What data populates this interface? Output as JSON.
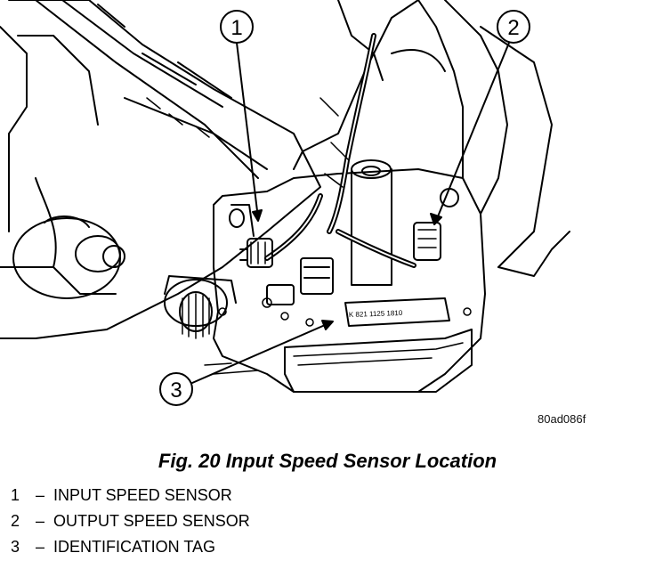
{
  "figure": {
    "callouts": [
      {
        "number": "1"
      },
      {
        "number": "2"
      },
      {
        "number": "3"
      }
    ],
    "tag_text": "K 821 1125 1810",
    "code": "80ad086f"
  },
  "caption": "Fig. 20 Input Speed Sensor Location",
  "legend": [
    {
      "number": "1",
      "dash": "–",
      "text": "INPUT SPEED SENSOR"
    },
    {
      "number": "2",
      "dash": "–",
      "text": "OUTPUT SPEED SENSOR"
    },
    {
      "number": "3",
      "dash": "–",
      "text": "IDENTIFICATION TAG"
    }
  ]
}
